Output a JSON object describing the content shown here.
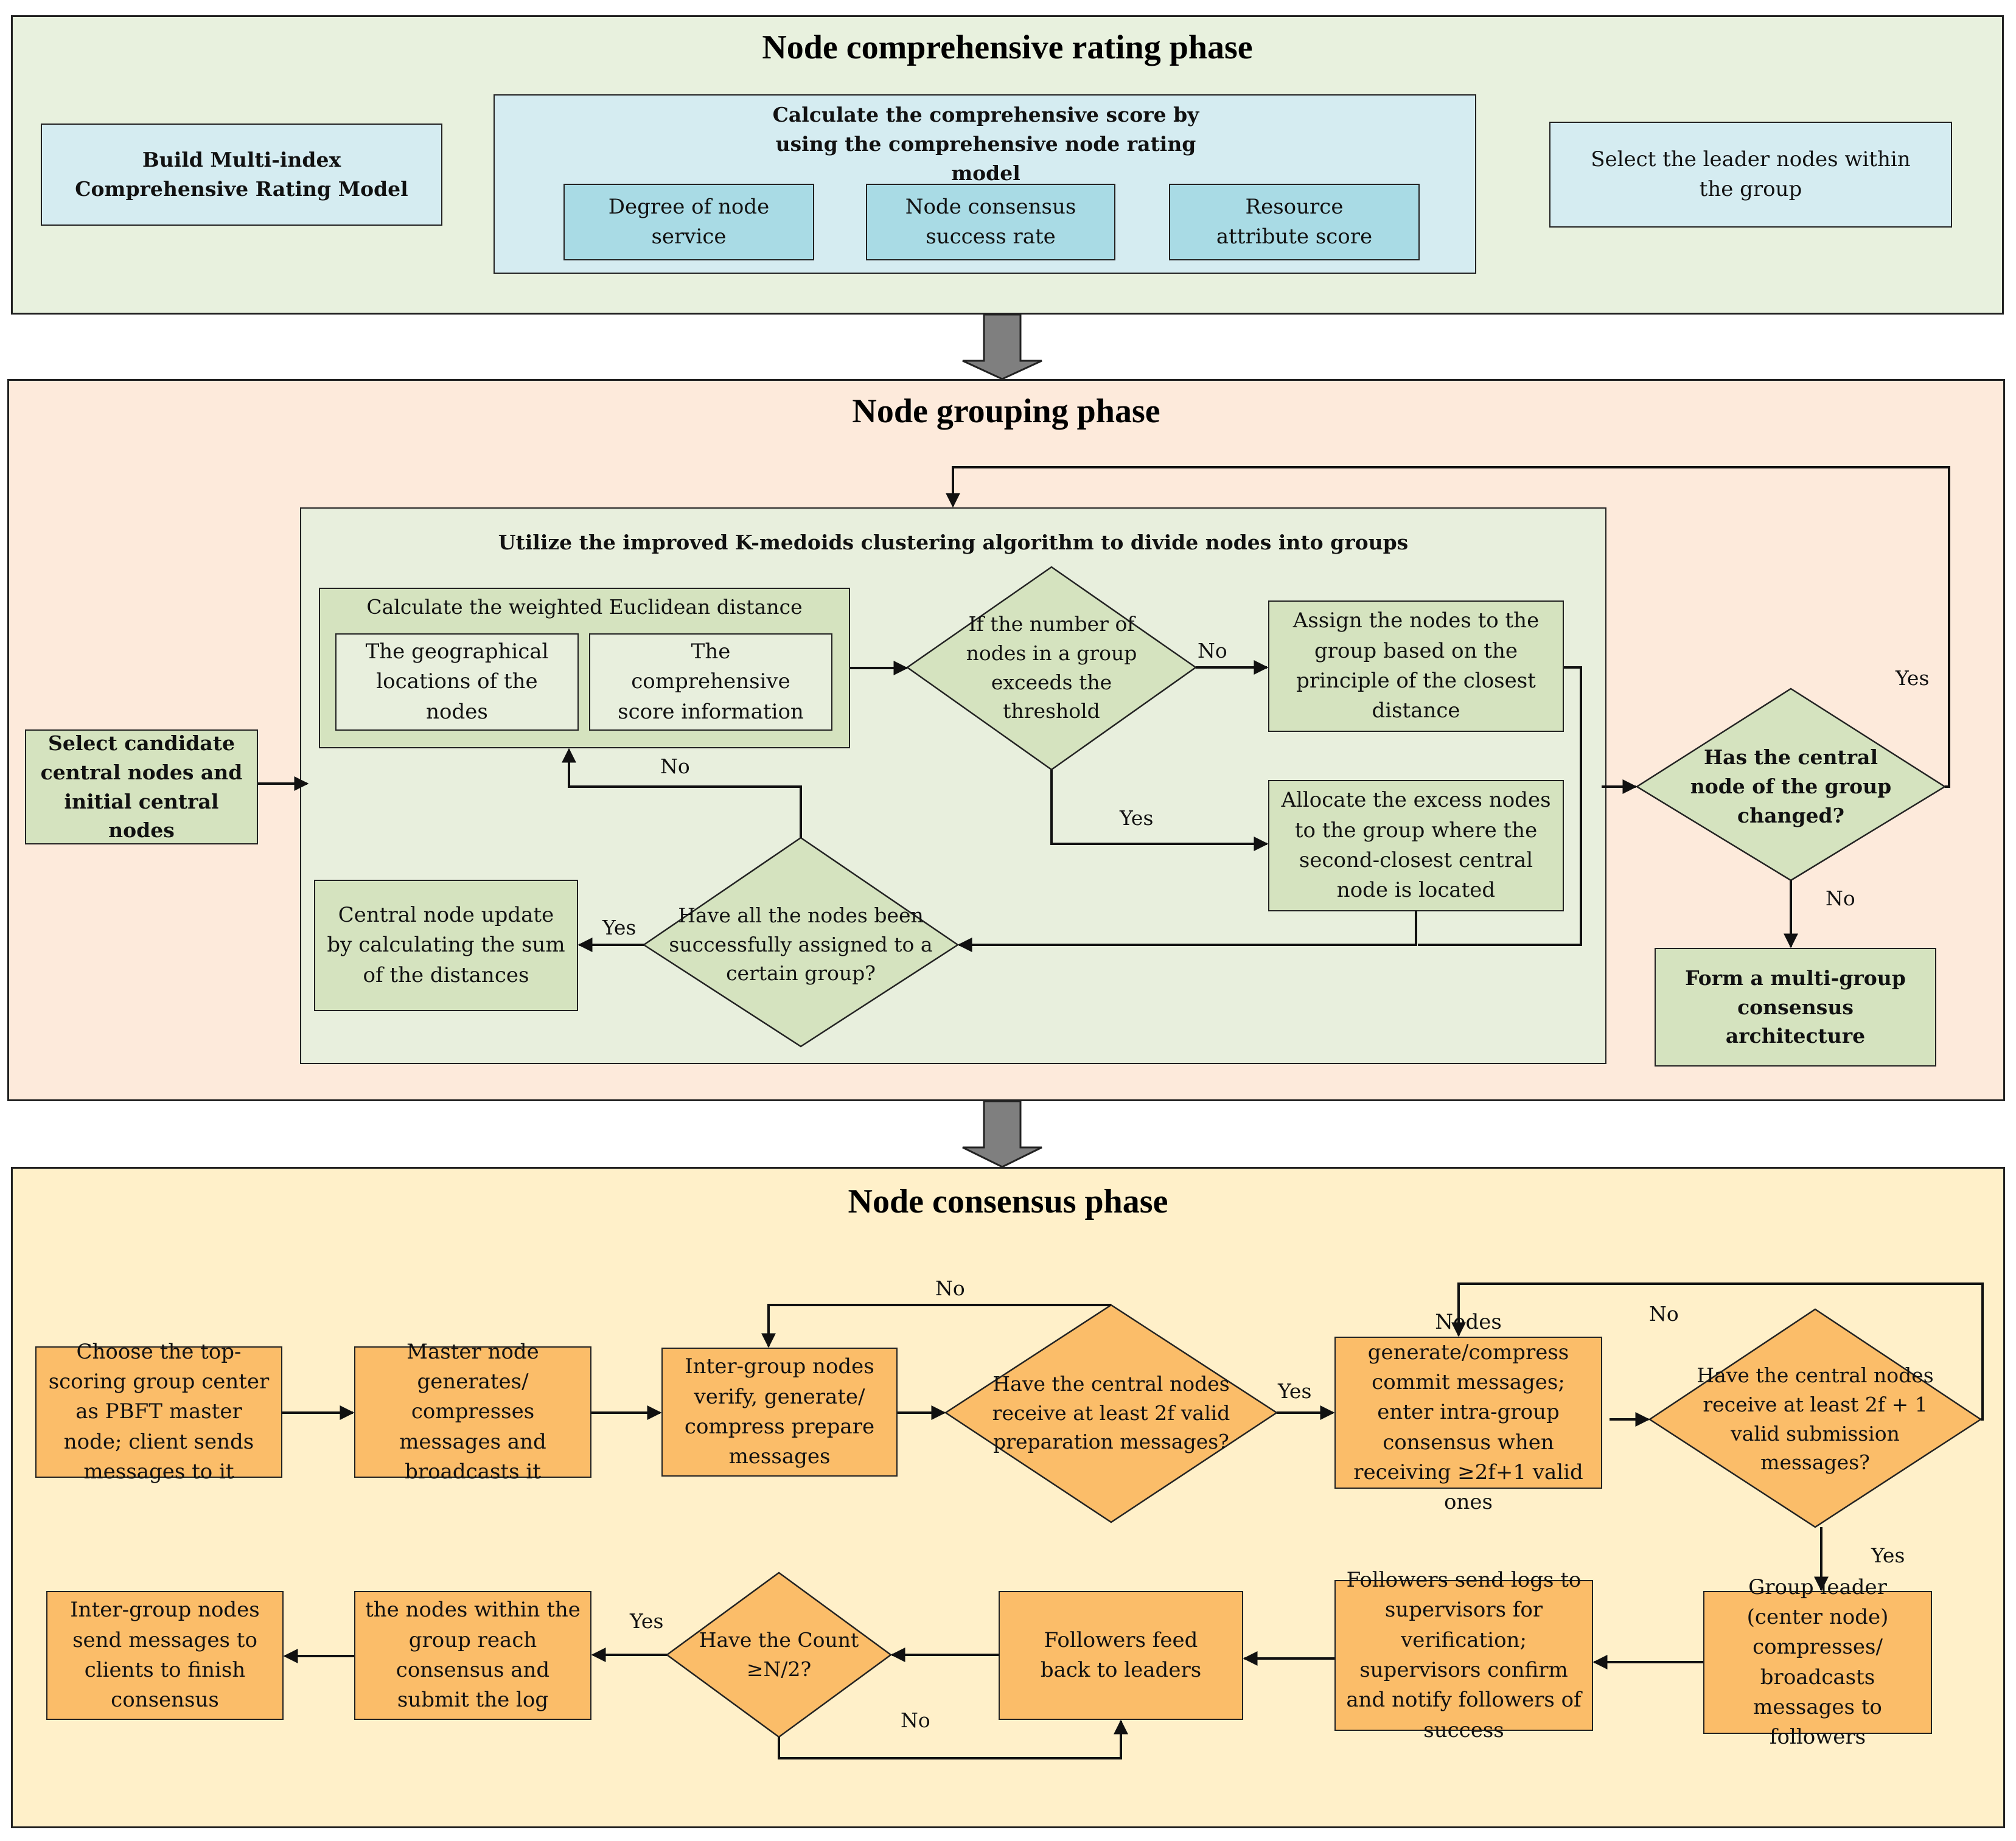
{
  "phase1": {
    "title": "Node comprehensive rating phase",
    "build_model": "Build Multi-index  Comprehensive Rating Model",
    "calc_score_title": "Calculate the comprehensive score by using the comprehensive node rating model",
    "degree_service": "Degree of node service",
    "consensus_rate": "Node consensus success rate",
    "resource_score": "Resource attribute score",
    "select_leader": "Select  the leader nodes within the group"
  },
  "phase2": {
    "title": "Node grouping phase",
    "select_candidate": "Select candidate central nodes and initial central nodes",
    "kmedoids_title": "Utilize the improved K-medoids clustering algorithm to divide  nodes into  groups",
    "weighted_title": "Calculate the weighted Euclidean distance",
    "geo": "The geographical locations of the nodes",
    "score_info": "The comprehensive score information",
    "threshold_q": "If the number of nodes in a group exceeds the threshold",
    "assign_closest": "Assign the nodes to the group based on the principle of the closest distance",
    "allocate_excess": "Allocate the excess nodes to the group where the second-closest central node is located",
    "all_assigned_q": "Have all the nodes been successfully assigned to a certain group?",
    "central_update": "Central node update by calculating the sum of the distances",
    "changed_q": "Has the central node of the group changed?",
    "form_multi": "Form a multi-group consensus architecture",
    "label_no_threshold": "No",
    "label_yes_threshold": "Yes",
    "label_no_assigned": "No",
    "label_yes_assigned": "Yes",
    "label_yes_changed": "Yes",
    "label_no_changed": "No"
  },
  "phase3": {
    "title": "Node consensus phase",
    "choose_top": "Choose the top-scoring group center as PBFT master node; client sends messages to it",
    "master_generates": "Master node generates/ compresses messages and broadcasts it",
    "inter_verify": "Inter-group nodes verify, generate/ compress prepare messages",
    "prep_q": "Have the central nodes receive at least 2f valid preparation messages?",
    "commit_gen": "Nodes generate/compress commit messages; enter intra-group consensus when receiving ≥2f+1 valid ones",
    "submit_q": "Have the central nodes receive at least 2f + 1 valid submission messages?",
    "leader_compress": "Group leader (center node) compresses/ broadcasts messages  to followers",
    "followers_logs": "Followers send logs to supervisors for verification; supervisors confirm and notify followers of success",
    "followers_feedback": "Followers feed back to leaders",
    "count_q": "Have the Count ≥N/2?",
    "reach_consensus": "the nodes within the group reach consensus and submit the log",
    "send_clients": "Inter-group nodes send messages to clients to finish consensus",
    "label_no_prep": "No",
    "label_yes_prep": "Yes",
    "label_no_submit": "No",
    "label_yes_submit": "Yes",
    "label_yes_count": "Yes",
    "label_no_count": "No"
  }
}
